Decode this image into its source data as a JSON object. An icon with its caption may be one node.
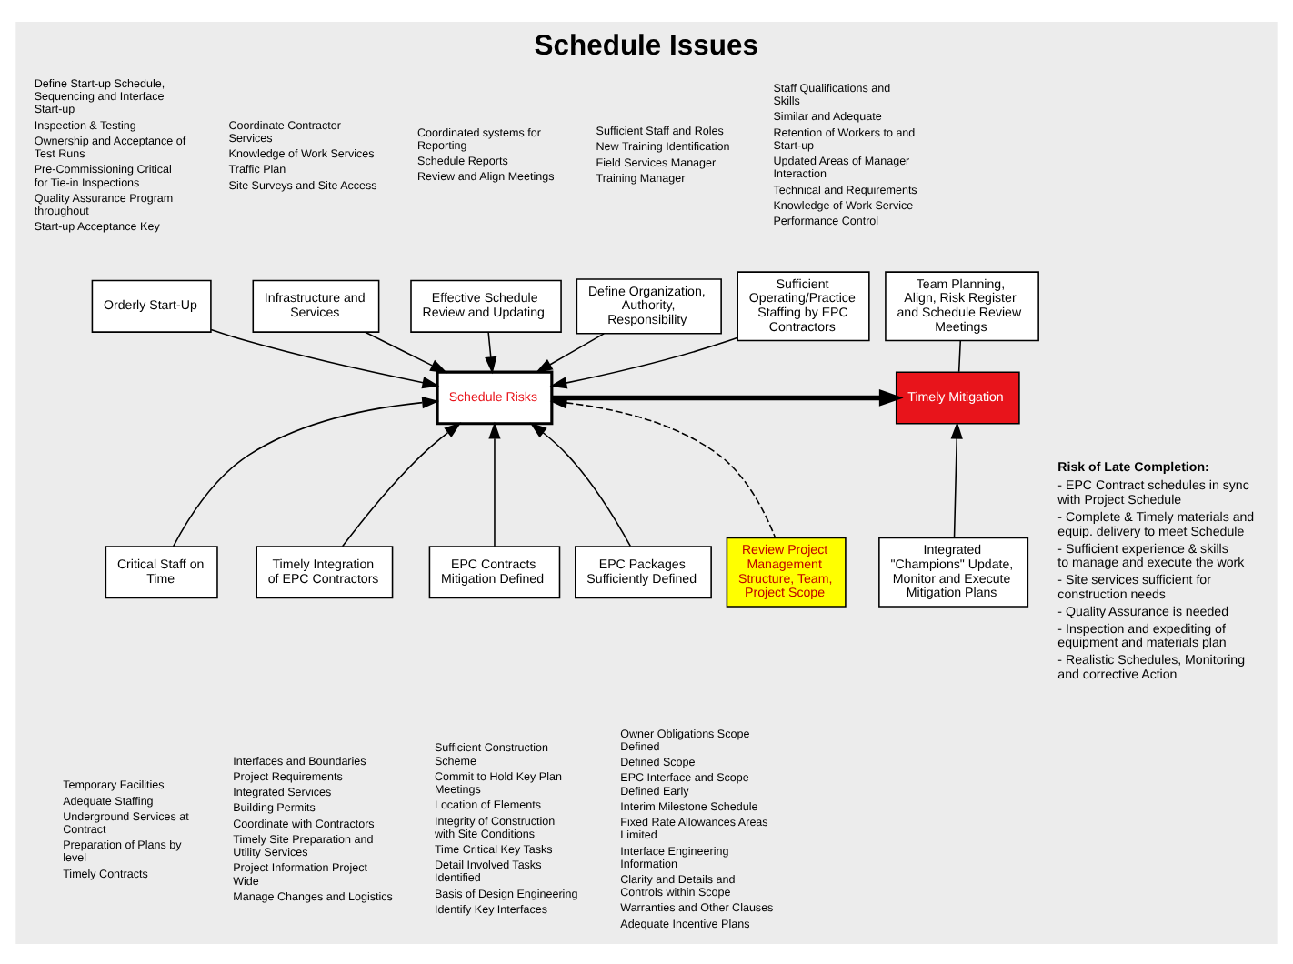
{
  "diagram": {
    "title": "Schedule Issues",
    "nodes": [
      {
        "text": [
          "Sufficient Operating/Practice Staffing by EPC Contractors"
        ],
        "beside": [
          "Staff Qualifications and Skills",
          "Similar and Adequate",
          "Retention of Workers to and Start-up",
          "Updated Areas of Manager Interaction",
          "Technical and Requirements",
          "Knowledge of Work Service",
          "Performance Control"
        ]
      },
      {
        "text": [
          "Orderly Start-Up"
        ],
        "beside": [
          "Define Start-up Schedule, Sequencing and Interface Start-up",
          "Inspection & Testing",
          "Ownership and Acceptance of Test Runs",
          "Pre-Commissioning Critical for Tie-in Inspections",
          "Quality Assurance Program throughout",
          "Start-up Acceptance Key"
        ]
      },
      {
        "text": [
          "Infrastructure and Services"
        ],
        "beside": [
          "Coordinate Contractor Services",
          "Knowledge of Work Services",
          "Traffic Plan",
          "Site Surveys and Site Access"
        ]
      },
      {
        "text": [
          "Team Planning, Align, Risk Register and Schedule Review Meetings"
        ]
      },
      {
        "text": [
          "Timely Mitigation"
        ]
      },
      {
        "text": [
          "Effective Schedule Review and Updating"
        ],
        "beside": [
          "Coordinated systems for Reporting",
          "Schedule Reports",
          "Review and Align Meetings"
        ]
      },
      {
        "text": [
          "Define Organization, Authority, Responsibility"
        ],
        "beside": [
          "Sufficient Staff and Roles",
          "New Training Identification",
          "Field Services Manager",
          "Training Manager"
        ]
      },
      {
        "text": [
          "Integrated \"Champions\" Update, Monitor and Execute Mitigation Plans"
        ]
      },
      {
        "text": [
          "Schedule Risks"
        ]
      },
      {
        "text": [
          "Critical Staff on Time"
        ],
        "beside": [
          "Temporary Facilities",
          "Adequate Staffing",
          "Underground Services at Contract",
          "Preparation of Plans by level",
          "Timely Contracts"
        ]
      },
      {
        "text": [
          "Timely Integration of EPC Contractors"
        ],
        "beside": [
          "Interfaces and Boundaries",
          "Project Requirements",
          "Integrated Services",
          "Building Permits",
          "Coordinate with Contractors",
          "Timely Site Preparation and Utility Services",
          "Project Information Project Wide",
          "Manage Changes and Logistics"
        ]
      },
      {
        "text": [
          "EPC Contracts Mitigation Defined"
        ],
        "beside": [
          "Sufficient Construction Scheme",
          "Commit to Hold Key Plan Meetings",
          "Location of Elements",
          "Integrity of Construction with Site Conditions",
          "Time Critical Key Tasks",
          "Detail Involved Tasks Identified",
          "Basis of Design Engineering",
          "Identify Key Interfaces"
        ]
      },
      {
        "text": [
          "EPC Packages Sufficiently Defined"
        ],
        "beside": [
          "Owner Obligations Scope Defined",
          "Defined Scope",
          "EPC Interface and Scope Defined Early",
          "Interim Milestone Schedule",
          "Fixed Rate Allowances Areas Limited",
          "Interface Engineering Information",
          "Clarity and Details and Controls within Scope",
          "Warranties and Other Clauses",
          "Adequate Incentive Plans"
        ]
      },
      {
        "text": [
          "Review Project Management Structure, Team, Project Scope"
        ]
      }
    ],
    "edges": [
      {
        "from": 0,
        "to": 8,
        "arrow": "to"
      },
      {
        "from": 1,
        "to": 8,
        "arrow": "to"
      },
      {
        "from": 2,
        "to": 8,
        "arrow": "to"
      },
      {
        "from": 5,
        "to": 8,
        "arrow": "to"
      },
      {
        "from": 6,
        "to": 8,
        "arrow": "to"
      },
      {
        "from": 9,
        "to": 8,
        "arrow": "to"
      },
      {
        "from": 10,
        "to": 8,
        "arrow": "to"
      },
      {
        "from": 11,
        "to": 8,
        "arrow": "to"
      },
      {
        "from": 12,
        "to": 8,
        "arrow": "to"
      },
      {
        "from": 13,
        "to": 8,
        "arrow": "to",
        "style": "dashed"
      },
      {
        "from": 8,
        "to": 4,
        "arrow": "to",
        "style": "thick"
      },
      {
        "from": 3,
        "to": 4,
        "arrow": "none"
      },
      {
        "from": 7,
        "to": 4,
        "arrow": "to"
      }
    ],
    "labels": [
      "Risk of Late Completion:",
      "- EPC Contract schedules in sync with Project Schedule",
      "- Complete & Timely materials and equip. delivery to meet Schedule",
      "- Sufficient experience & skills to manage and execute the work",
      "- Site services sufficient for construction needs",
      "- Quality Assurance is needed",
      "- Inspection and expediting of equipment and materials plan",
      "- Realistic Schedules, Monitoring and corrective Action"
    ]
  }
}
